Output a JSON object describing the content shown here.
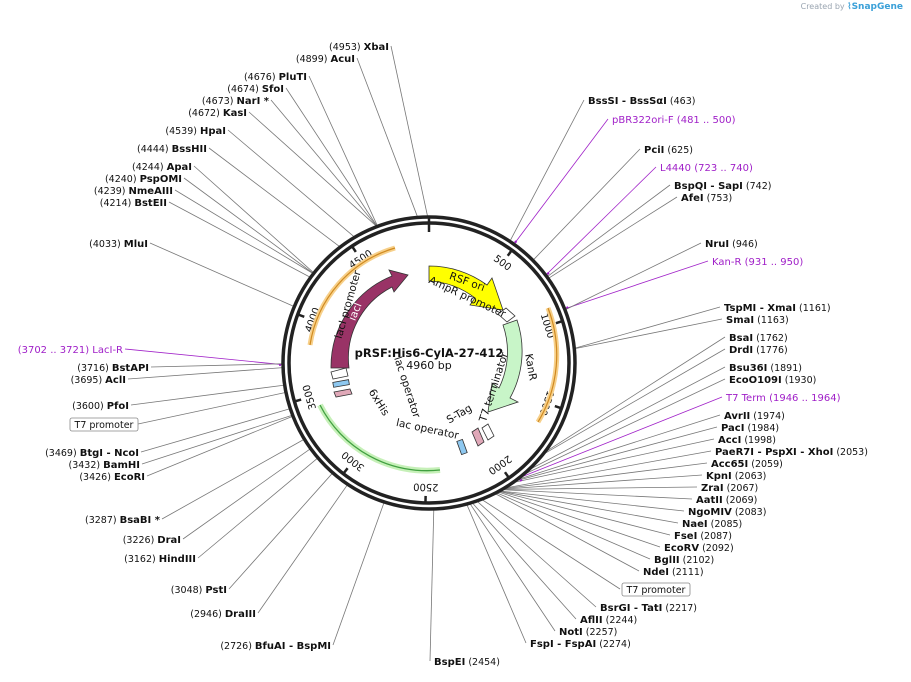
{
  "credit": {
    "prefix": "Created by",
    "brand": "SnapGene"
  },
  "plasmid": {
    "name": "pRSF:His6-CylA-27-412",
    "length_label": "4960 bp",
    "length": 4960
  },
  "ticks": [
    {
      "pos": 500,
      "label": "500"
    },
    {
      "pos": 1000,
      "label": "1000"
    },
    {
      "pos": 1500,
      "label": "1500"
    },
    {
      "pos": 2000,
      "label": "2000"
    },
    {
      "pos": 2500,
      "label": "2500"
    },
    {
      "pos": 3000,
      "label": "3000"
    },
    {
      "pos": 3500,
      "label": "3500"
    },
    {
      "pos": 4000,
      "label": "4000"
    },
    {
      "pos": 4500,
      "label": "4500"
    }
  ],
  "features": [
    {
      "name": "RSF ori",
      "start": 40,
      "end": 800,
      "dir": 1,
      "color": "#ffff00",
      "label": "RSF ori",
      "ring": 0
    },
    {
      "name": "KanR",
      "start": 1050,
      "end": 1830,
      "dir": 1,
      "color": "#c8f5c8",
      "label": "KanR",
      "ring": 0
    },
    {
      "name": "lacI",
      "start": 3950,
      "end": 4660,
      "dir": 1,
      "color": "#993366",
      "label": "lacI",
      "ring": 0
    }
  ],
  "inner_labels": [
    {
      "text": "AmpR promoter"
    },
    {
      "text": "KanR"
    },
    {
      "text": "T7 terminator"
    },
    {
      "text": "S-Tag"
    },
    {
      "text": "lac operator"
    },
    {
      "text": "6xHis"
    },
    {
      "text": "lac operator"
    },
    {
      "text": "lacI promoter"
    }
  ],
  "sites": [
    {
      "name": "XbaI",
      "pos": "(4953)",
      "bp": 4953
    },
    {
      "name": "AcuI",
      "pos": "(4899)",
      "bp": 4899
    },
    {
      "name": "PluTI",
      "pos": "(4676)",
      "bp": 4676
    },
    {
      "name": "SfoI",
      "pos": "(4674)",
      "bp": 4674
    },
    {
      "name": "NarI *",
      "pos": "(4673)",
      "bp": 4673
    },
    {
      "name": "KasI",
      "pos": "(4672)",
      "bp": 4672
    },
    {
      "name": "HpaI",
      "pos": "(4539)",
      "bp": 4539
    },
    {
      "name": "BssHII",
      "pos": "(4444)",
      "bp": 4444
    },
    {
      "name": "ApaI",
      "pos": "(4244)",
      "bp": 4244
    },
    {
      "name": "PspOMI",
      "pos": "(4240)",
      "bp": 4240
    },
    {
      "name": "NmeAIII",
      "pos": "(4239)",
      "bp": 4239
    },
    {
      "name": "BstEII",
      "pos": "(4214)",
      "bp": 4214
    },
    {
      "name": "MluI",
      "pos": "(4033)",
      "bp": 4033
    },
    {
      "name": "LacI-R",
      "pos": "(3702 .. 3721)",
      "bp": 3711,
      "primer": true
    },
    {
      "name": "BstAPI",
      "pos": "(3716)",
      "bp": 3716
    },
    {
      "name": "AclI",
      "pos": "(3695)",
      "bp": 3695
    },
    {
      "name": "PfoI",
      "pos": "(3600)",
      "bp": 3600
    },
    {
      "name": "T7 promoter",
      "pos": "",
      "bp": 3560,
      "box": true
    },
    {
      "name": "BtgI - NcoI",
      "pos": "(3469)",
      "bp": 3469
    },
    {
      "name": "BamHI",
      "pos": "(3432)",
      "bp": 3432
    },
    {
      "name": "EcoRI",
      "pos": "(3426)",
      "bp": 3426
    },
    {
      "name": "BsaBI *",
      "pos": "(3287)",
      "bp": 3287
    },
    {
      "name": "DraI",
      "pos": "(3226)",
      "bp": 3226
    },
    {
      "name": "HindIII",
      "pos": "(3162)",
      "bp": 3162
    },
    {
      "name": "PstI",
      "pos": "(3048)",
      "bp": 3048
    },
    {
      "name": "DraIII",
      "pos": "(2946)",
      "bp": 2946
    },
    {
      "name": "BfuAI - BspMI",
      "pos": "(2726)",
      "bp": 2726
    },
    {
      "name": "BspEI",
      "pos": "(2454)",
      "bp": 2454
    },
    {
      "name": "FspI - FspAI",
      "pos": "(2274)",
      "bp": 2274
    },
    {
      "name": "NotI",
      "pos": "(2257)",
      "bp": 2257
    },
    {
      "name": "AflII",
      "pos": "(2244)",
      "bp": 2244
    },
    {
      "name": "BsrGI - TatI",
      "pos": "(2217)",
      "bp": 2217
    },
    {
      "name": "T7 promoter",
      "pos": "",
      "bp": 2190,
      "box": true
    },
    {
      "name": "NdeI",
      "pos": "(2111)",
      "bp": 2111
    },
    {
      "name": "BglII",
      "pos": "(2102)",
      "bp": 2102
    },
    {
      "name": "EcoRV",
      "pos": "(2092)",
      "bp": 2092
    },
    {
      "name": "FseI",
      "pos": "(2087)",
      "bp": 2087
    },
    {
      "name": "NaeI",
      "pos": "(2085)",
      "bp": 2085
    },
    {
      "name": "NgoMIV",
      "pos": "(2083)",
      "bp": 2083
    },
    {
      "name": "AatII",
      "pos": "(2069)",
      "bp": 2069
    },
    {
      "name": "ZraI",
      "pos": "(2067)",
      "bp": 2067
    },
    {
      "name": "KpnI",
      "pos": "(2063)",
      "bp": 2063
    },
    {
      "name": "Acc65I",
      "pos": "(2059)",
      "bp": 2059
    },
    {
      "name": "PaeR7I - PspXI - XhoI",
      "pos": "(2053)",
      "bp": 2053
    },
    {
      "name": "AccI",
      "pos": "(1998)",
      "bp": 1998
    },
    {
      "name": "PacI",
      "pos": "(1984)",
      "bp": 1984
    },
    {
      "name": "AvrII",
      "pos": "(1974)",
      "bp": 1974
    },
    {
      "name": "T7 Term",
      "pos": "(1946 .. 1964)",
      "bp": 1955,
      "primer": true
    },
    {
      "name": "EcoO109I",
      "pos": "(1930)",
      "bp": 1930
    },
    {
      "name": "Bsu36I",
      "pos": "(1891)",
      "bp": 1891
    },
    {
      "name": "DrdI",
      "pos": "(1776)",
      "bp": 1776
    },
    {
      "name": "BsaI",
      "pos": "(1762)",
      "bp": 1762
    },
    {
      "name": "SmaI",
      "pos": "(1163)",
      "bp": 1163
    },
    {
      "name": "TspMI - XmaI",
      "pos": "(1161)",
      "bp": 1161
    },
    {
      "name": "Kan-R",
      "pos": "(931 .. 950)",
      "bp": 940,
      "primer": true
    },
    {
      "name": "NruI",
      "pos": "(946)",
      "bp": 946
    },
    {
      "name": "AfeI",
      "pos": "(753)",
      "bp": 753
    },
    {
      "name": "BspQI - SapI",
      "pos": "(742)",
      "bp": 742
    },
    {
      "name": "L4440",
      "pos": "(723 .. 740)",
      "bp": 731,
      "primer": true
    },
    {
      "name": "PciI",
      "pos": "(625)",
      "bp": 625
    },
    {
      "name": "pBR322ori-F",
      "pos": "(481 .. 500)",
      "bp": 490,
      "primer": true
    },
    {
      "name": "BssSI - BssSαI",
      "pos": "(463)",
      "bp": 463
    }
  ],
  "colors": {
    "backbone": "#222222",
    "primer": "#a020c8",
    "orf_outline": "#f0a020",
    "green": "#40a040"
  }
}
